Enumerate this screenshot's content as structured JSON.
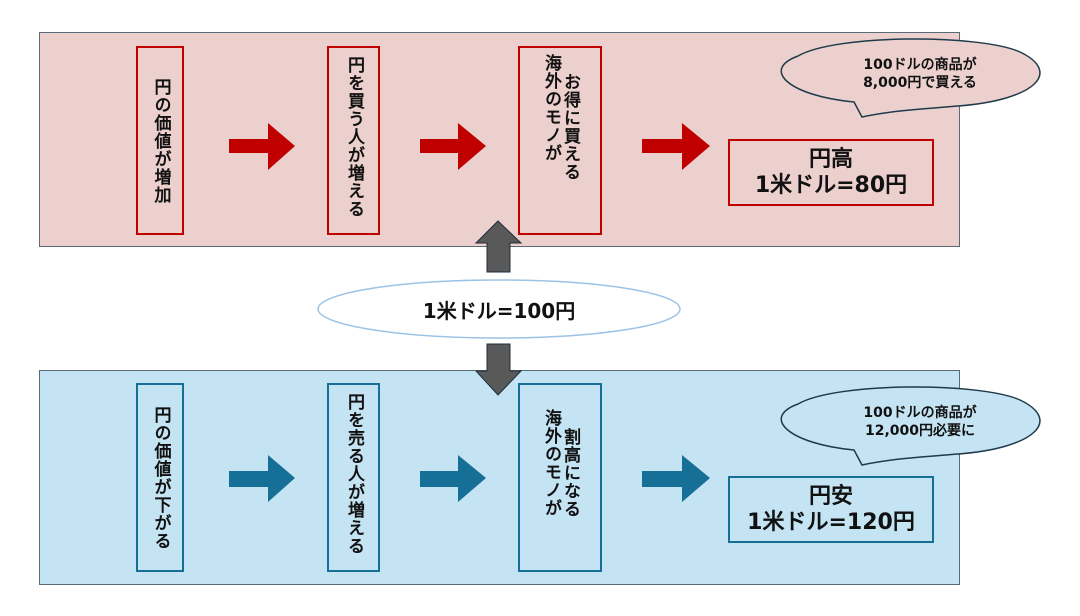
{
  "top": {
    "theme": "yen-appreciation",
    "colors": {
      "panel_bg": "#ecd0ce",
      "accent": "#c00000"
    },
    "steps": [
      {
        "lines": [
          "円の価値が増加"
        ]
      },
      {
        "lines": [
          "円を買う人が増える"
        ]
      },
      {
        "lines": [
          "海外のモノが",
          "お得に買える"
        ]
      }
    ],
    "result": {
      "title": "円高",
      "rate": "1米ドル=80円"
    },
    "bubble": {
      "line1": "100ドルの商品が",
      "line2": "8,000円で買える"
    }
  },
  "center": {
    "label": "1米ドル=100円",
    "border_color": "#9cc3e6"
  },
  "bottom": {
    "theme": "yen-depreciation",
    "colors": {
      "panel_bg": "#c4e4f4",
      "accent": "#156f96"
    },
    "steps": [
      {
        "lines": [
          "円の価値が下がる"
        ]
      },
      {
        "lines": [
          "円を売る人が増える"
        ]
      },
      {
        "lines": [
          "海外のモノが",
          "割高になる"
        ]
      }
    ],
    "result": {
      "title": "円安",
      "rate": "1米ドル=120円"
    },
    "bubble": {
      "line1": "100ドルの商品が",
      "line2": "12,000円必要に"
    }
  },
  "connector_arrows": {
    "color": "#595959",
    "up": "to-top-panel",
    "down": "to-bottom-panel"
  }
}
